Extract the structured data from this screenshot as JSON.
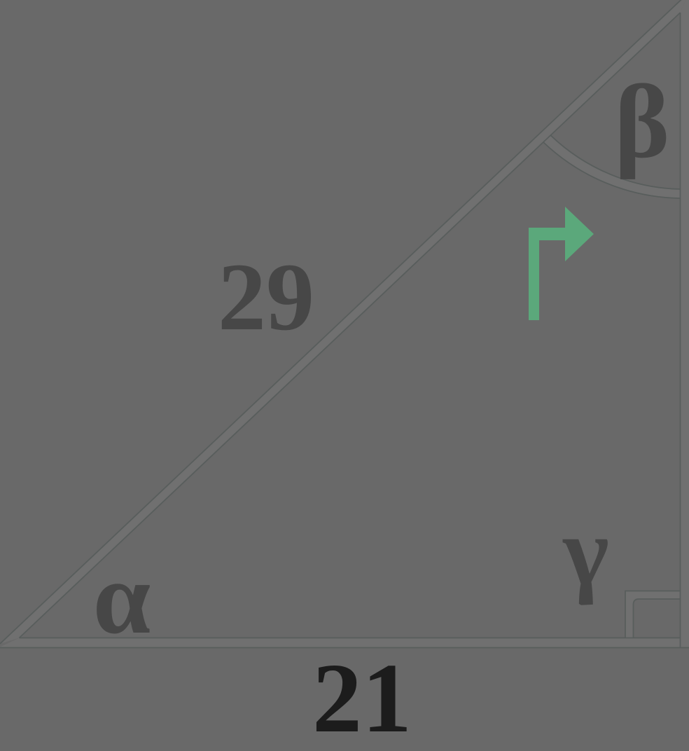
{
  "figure": {
    "type": "right-triangle-diagram",
    "background_color": "#696969",
    "outline_color": "#565c5b",
    "band_fill_color": "#707070",
    "labels": {
      "hypotenuse": "29",
      "base": "21",
      "angle_alpha": "α",
      "angle_beta": "β",
      "angle_gamma": "γ"
    },
    "label_colors": {
      "hypotenuse": "#474747",
      "base": "#1c1c1c",
      "greek_letters": "#474747"
    },
    "sides": {
      "hypotenuse_value": 29,
      "base_value": 21
    },
    "right_angle_marker": "bottom-right-vertex",
    "angle_arc": "beta-top-right-vertex",
    "overlay_icon": {
      "name": "turn-right-arrow-icon",
      "color": "#5ba87b"
    }
  }
}
